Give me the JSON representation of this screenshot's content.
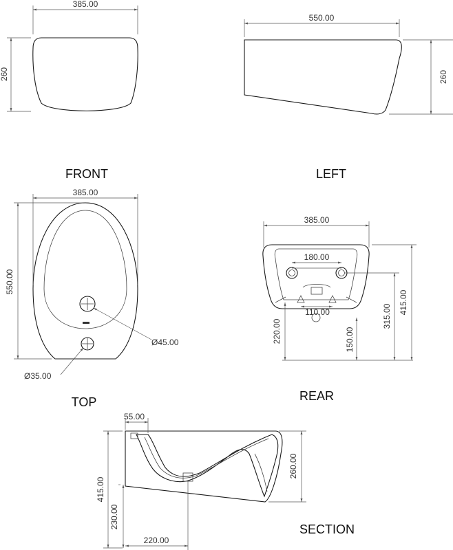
{
  "views": {
    "front": {
      "label": "FRONT",
      "width": "385.00",
      "height": "260"
    },
    "left": {
      "label": "LEFT",
      "width": "550.00",
      "height": "260"
    },
    "top": {
      "label": "TOP",
      "width": "385.00",
      "length": "550.00",
      "hole_large": "Ø45.00",
      "hole_small": "Ø35.00"
    },
    "rear": {
      "label": "REAR",
      "width": "385.00",
      "holes_spacing": "180.00",
      "center_spacing": "110.00",
      "h_220": "220.00",
      "h_150": "150.00",
      "h_315": "315.00",
      "h_415": "415.00"
    },
    "section": {
      "label": "SECTION",
      "w_55": "55.00",
      "h_260": "260.00",
      "h_415": "415.00",
      "h_230": "230.00",
      "w_220": "220.00"
    }
  },
  "colors": {
    "line": "#1a1a1a",
    "dimension": "#555555"
  }
}
